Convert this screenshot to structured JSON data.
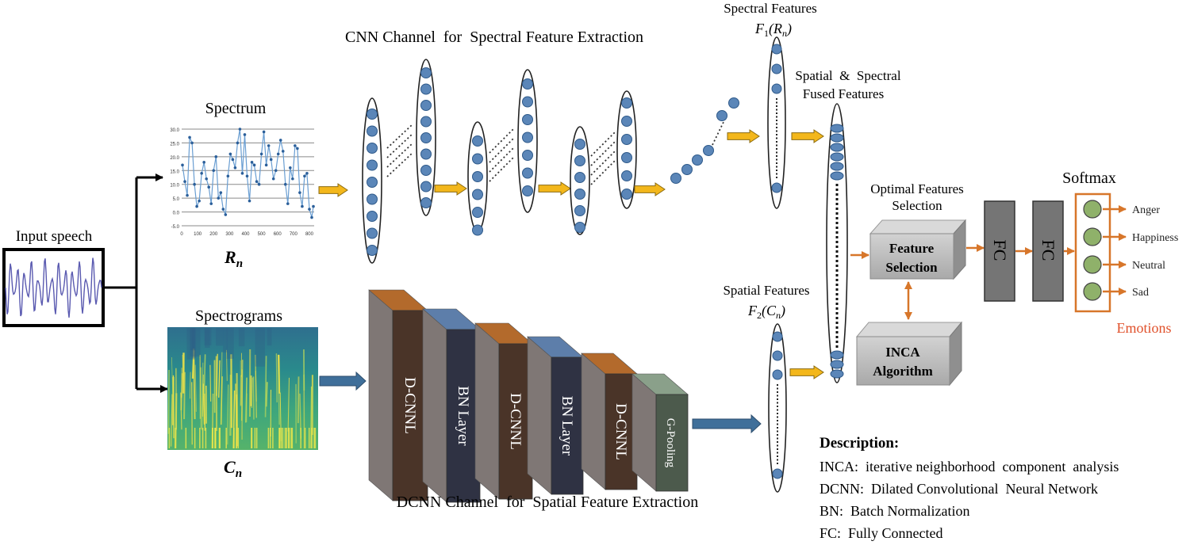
{
  "colors": {
    "node_fill": "#5b86b8",
    "node_stroke": "#2f5a8a",
    "yellow_arrow": "#f3b71b",
    "blue_arrow": "#3f6f9a",
    "orange": "#d7762a",
    "dark_layer": "#4a3428",
    "brown_top": "#b36a2c",
    "navy_layer": "#2f3243",
    "blue_top": "#5d7eaa",
    "gray_side": "#7f7775",
    "green_layer": "#4c5a4c",
    "green_top": "#8aa08a",
    "box_gray": "#bdbdbd",
    "fc_gray": "#757575",
    "softmax_circle": "#8fb16a",
    "emotions_red": "#e0502a"
  },
  "input": {
    "label": "Input speech"
  },
  "spectrum": {
    "title": "Spectrum",
    "symbol": "R",
    "subscript": "n",
    "y_ticks": [
      "30.0",
      "25.0",
      "20.0",
      "15.0",
      "10.0",
      "5.0",
      "0.0",
      "-5.0"
    ],
    "x_ticks": [
      "0",
      "100",
      "200",
      "300",
      "400",
      "500",
      "600",
      "700",
      "800"
    ],
    "chart_data": {
      "type": "line",
      "xlim": [
        0,
        830
      ],
      "ylim": [
        -5,
        30
      ],
      "x": [
        5,
        20,
        35,
        50,
        65,
        80,
        95,
        110,
        125,
        140,
        155,
        170,
        185,
        200,
        215,
        230,
        245,
        260,
        275,
        290,
        305,
        320,
        335,
        350,
        365,
        380,
        395,
        410,
        425,
        440,
        455,
        470,
        485,
        500,
        515,
        530,
        545,
        560,
        575,
        590,
        605,
        620,
        635,
        650,
        665,
        680,
        695,
        710,
        725,
        740,
        755,
        770,
        785,
        800,
        815,
        825
      ],
      "y": [
        17,
        11,
        6,
        27,
        25,
        10,
        2,
        4,
        14,
        18,
        12,
        9,
        3,
        15,
        20,
        5,
        7,
        1,
        -1,
        13,
        21,
        19,
        16,
        25,
        30,
        14,
        28,
        13,
        4,
        18,
        17,
        11,
        10,
        21,
        29,
        17,
        24,
        19,
        12,
        15,
        21,
        26,
        22,
        10,
        3,
        16,
        12,
        24,
        23,
        7,
        2,
        13,
        14,
        1,
        -2,
        2
      ]
    }
  },
  "spectrogram": {
    "title": "Spectrograms",
    "symbol": "C",
    "subscript": "n"
  },
  "cnn": {
    "title": "CNN Channel  for  Spectral Feature Extraction"
  },
  "dcnn": {
    "title": "DCNN Channel  for  Spatial Feature Extraction",
    "layers": [
      "D-CNNL",
      "BN Layer",
      "D-CNNL",
      "BN Layer",
      "D-CNNL",
      "G-Pooling"
    ]
  },
  "spectral_features": {
    "title": "Spectral Features",
    "symbol": "F",
    "index": "1",
    "arg": "(R",
    "arg_sub": "n",
    "close": ")"
  },
  "spatial_features": {
    "title": "Spatial Features",
    "symbol": "F",
    "index": "2",
    "arg": "(C",
    "arg_sub": "n",
    "close": ")"
  },
  "fused": {
    "line1": "Spatial  &  Spectral",
    "line2": "Fused Features"
  },
  "selection": {
    "title_line1": "Optimal Features",
    "title_line2": "Selection",
    "box_line1": "Feature",
    "box_line2": "Selection",
    "inca_line1": "INCA",
    "inca_line2": "Algorithm"
  },
  "fc": {
    "label1": "FC",
    "label2": "FC"
  },
  "softmax": {
    "title": "Softmax",
    "emotions_label": "Emotions",
    "classes": [
      "Anger",
      "Happiness",
      "Neutral",
      "Sad"
    ]
  },
  "description": {
    "title": "Description:",
    "lines": [
      "INCA:  iterative neighborhood  component  analysis",
      "DCNN:  Dilated Convolutional  Neural Network",
      "BN:  Batch Normalization",
      "FC:  Fully Connected"
    ]
  }
}
